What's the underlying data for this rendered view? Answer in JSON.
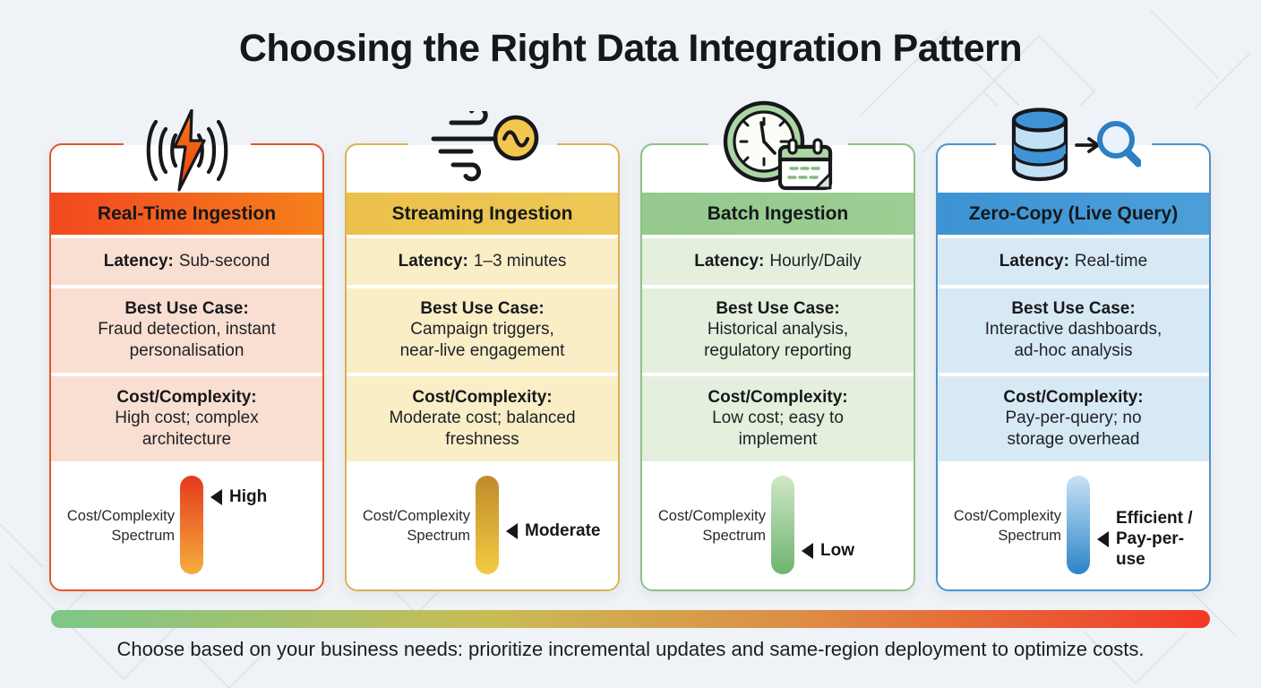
{
  "page": {
    "title": "Choosing the Right Data Integration Pattern",
    "footer_note": "Choose based on your business needs: prioritize incremental updates and same-region deployment to optimize costs.",
    "background_color": "#EFF2F6",
    "bottom_gradient": [
      "#7CC787",
      "#C9BC55",
      "#DE8A44",
      "#F23927"
    ]
  },
  "spectrum": {
    "label": "Cost/Complexity\nSpectrum"
  },
  "columns": [
    {
      "title": "Real-Time Ingestion",
      "icon": "lightning-signal-icon",
      "latency_label": "Latency:",
      "latency_value": "Sub-second",
      "use_case_label": "Best Use Case:",
      "use_case_value": "Fraud detection, instant\npersonalisation",
      "cost_label": "Cost/Complexity:",
      "cost_value": "High cost; complex\narchitecture",
      "marker": "High",
      "colors": {
        "border": "#E4572A",
        "header_from": "#F1481F",
        "header_to": "#F6801C",
        "row_bg": "#F9DFD2",
        "bar_top": "#E6391C",
        "bar_bottom": "#F6AE3C"
      }
    },
    {
      "title": "Streaming Ingestion",
      "icon": "wind-stream-icon",
      "latency_label": "Latency:",
      "latency_value": "1–3 minutes",
      "use_case_label": "Best Use Case:",
      "use_case_value": "Campaign triggers,\nnear-live engagement",
      "cost_label": "Cost/Complexity:",
      "cost_value": "Moderate cost; balanced\nfreshness",
      "marker": "Moderate",
      "colors": {
        "border": "#DDB254",
        "header_from": "#EBC04A",
        "header_to": "#EEC856",
        "row_bg": "#FAEEC7",
        "bar_top": "#BE8B2A",
        "bar_bottom": "#F2CC42"
      }
    },
    {
      "title": "Batch Ingestion",
      "icon": "clock-calendar-icon",
      "latency_label": "Latency:",
      "latency_value": "Hourly/Daily",
      "use_case_label": "Best Use Case:",
      "use_case_value": "Historical analysis,\nregulatory reporting",
      "cost_label": "Cost/Complexity:",
      "cost_value": "Low cost; easy to\nimplement",
      "marker": "Low",
      "colors": {
        "border": "#8FC08A",
        "header_from": "#95C98D",
        "header_to": "#9DCE93",
        "row_bg": "#E4F0DD",
        "bar_top": "#CFE7C7",
        "bar_bottom": "#6DB46E"
      }
    },
    {
      "title": "Zero-Copy (Live Query)",
      "icon": "database-search-icon",
      "latency_label": "Latency:",
      "latency_value": "Real-time",
      "use_case_label": "Best Use Case:",
      "use_case_value": "Interactive dashboards,\nad-hoc analysis",
      "cost_label": "Cost/Complexity:",
      "cost_value": "Pay-per-query; no\nstorage overhead",
      "marker": "Efficient /\nPay-per-use",
      "colors": {
        "border": "#4C93C8",
        "header_from": "#3D93D3",
        "header_to": "#4C9FD9",
        "row_bg": "#D8E9F6",
        "bar_top": "#C8E2F5",
        "bar_bottom": "#2C84C8"
      }
    }
  ]
}
